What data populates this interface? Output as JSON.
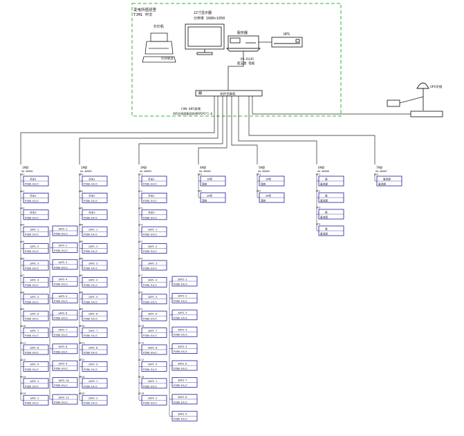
{
  "room": {
    "title": "变电所值班室",
    "subtitle": "TJM1 中文",
    "printer_label": "打印机",
    "printer_desk_label": "打印机台",
    "monitor_label": "22寸显示器",
    "monitor_res": "分辨率 1680×1050",
    "server_label": "服务器",
    "ups_label": "UPS",
    "cable_label": "RS-RJ45",
    "cable_sub": "超五类 电缆"
  },
  "switch_label": "光纤交换机",
  "bus_label": "CAN-485总线",
  "bus_sub": "485总线屏蔽双绞线RVSP2*1.0",
  "gps_label": "GPS天线",
  "columns": [
    {
      "header": "1#屏",
      "header2": "AA-A0001",
      "rows": [
        {
          "tag": "AA1",
          "l1": "开关1",
          "l2": "PZ80-E4/C"
        },
        {
          "tag": "AA2",
          "l1": "开关2",
          "l2": "PZ80-E4/C"
        },
        {
          "tag": "AA3",
          "l1": "开关3",
          "l2": "PZ80-E4/C"
        },
        {
          "tag": "AA4",
          "l1": "1AP1-1",
          "l2": "PZ80-E4/C"
        },
        {
          "tag": "AA5",
          "l1": "1AP1-2",
          "l2": "PZ80-E4/C"
        },
        {
          "tag": "AA6",
          "l1": "1AP1-3",
          "l2": "PZ80-E4/C"
        },
        {
          "tag": "AA7",
          "l1": "1AP1-4",
          "l2": "PZ80-E4/C"
        },
        {
          "tag": "AA8",
          "l1": "1AP1-5",
          "l2": "PZ80-E4/C"
        },
        {
          "tag": "AA9",
          "l1": "1AP1-6",
          "l2": "PZ80-E4/C"
        },
        {
          "tag": "AA10",
          "l1": "1AP1-7",
          "l2": "PZ80-E4/C"
        },
        {
          "tag": "AA11",
          "l1": "1AP1-8",
          "l2": "PZ80-E4/C"
        },
        {
          "tag": "AA12",
          "l1": "1AP1-9",
          "l2": "PZ80-E4/C"
        },
        {
          "tag": "AA13",
          "l1": "1AP2-1",
          "l2": "PZ80-E4/C"
        },
        {
          "tag": "AA14",
          "l1": "1AP2-2",
          "l2": "PZ80-E4/C"
        }
      ]
    },
    {
      "header": "2#屏",
      "header2": "AA-A0002",
      "rows": [
        {
          "tag": "AB1",
          "l1": "开关1",
          "l2": "PZ80-E4/C"
        },
        {
          "tag": "AB2",
          "l1": "开关2",
          "l2": "PZ80-E4/C"
        },
        {
          "tag": "AB3",
          "l1": "开关3",
          "l2": "PZ80-E4/C"
        },
        {
          "tag": "AB4",
          "l1": "2AP1-1",
          "l2": "PZ80-E4/C"
        },
        {
          "tag": "AB5",
          "l1": "2AP1-2",
          "l2": "PZ80-E4/C"
        },
        {
          "tag": "AB6",
          "l1": "2AP1-3",
          "l2": "PZ80-E4/C"
        },
        {
          "tag": "AB7",
          "l1": "2AP1-4",
          "l2": "PZ80-E4/C"
        },
        {
          "tag": "AB8",
          "l1": "2AP1-5",
          "l2": "PZ80-E4/C"
        },
        {
          "tag": "AB9",
          "l1": "2AP1-6",
          "l2": "PZ80-E4/C"
        },
        {
          "tag": "AB10",
          "l1": "2AP1-7",
          "l2": "PZ80-E4/C"
        },
        {
          "tag": "AB11",
          "l1": "2AP1-8",
          "l2": "PZ80-E4/C"
        },
        {
          "tag": "AB12",
          "l1": "2AP1-9",
          "l2": "PZ80-E4/C"
        },
        {
          "tag": "AB13",
          "l1": "2AP2-1",
          "l2": "PZ80-E4/C"
        },
        {
          "tag": "AB14",
          "l1": "2AP2-2",
          "l2": "PZ80-E4/C"
        }
      ]
    },
    {
      "header": "3#屏",
      "header2": "AA-A0003",
      "rows": [
        {
          "tag": "AC1",
          "l1": "开关1",
          "l2": "PZ80-E4/C"
        },
        {
          "tag": "AC2",
          "l1": "开关2",
          "l2": "PZ80-E4/C"
        },
        {
          "tag": "AC3",
          "l1": "开关3",
          "l2": "PZ80-E4/C"
        },
        {
          "tag": "AC4",
          "l1": "3AP1-1",
          "l2": "PZ80-E4/C"
        },
        {
          "tag": "AC5",
          "l1": "3AP1-2",
          "l2": "PZ80-E4/C"
        },
        {
          "tag": "AC6",
          "l1": "3AP1-3",
          "l2": "PZ80-E4/C"
        },
        {
          "tag": "AC7",
          "l1": "3AP1-4",
          "l2": "PZ80-E4/C"
        },
        {
          "tag": "AC8",
          "l1": "3AP1-5",
          "l2": "PZ80-E4/C"
        },
        {
          "tag": "AC9",
          "l1": "3AP1-6",
          "l2": "PZ80-E4/C"
        },
        {
          "tag": "AC10",
          "l1": "3AP1-7",
          "l2": "PZ80-E4/C"
        },
        {
          "tag": "AC11",
          "l1": "3AP1-8",
          "l2": "PZ80-E4/C"
        },
        {
          "tag": "AC12",
          "l1": "3AP1-9",
          "l2": "PZ80-E4/C"
        },
        {
          "tag": "AC13",
          "l1": "3AP2-1",
          "l2": "PZ80-E4/C"
        },
        {
          "tag": "AC14",
          "l1": "3AP2-2",
          "l2": "PZ80-E4/C"
        }
      ]
    },
    {
      "header": "4#屏",
      "header2": "AA-A0004",
      "rows": [
        {
          "tag": "AD1",
          "l1": "1#变",
          "l2": "温控"
        },
        {
          "tag": "AD2",
          "l1": "2#变",
          "l2": "温控"
        }
      ]
    },
    {
      "header": "5#屏",
      "header2": "AA-A0005",
      "rows": [
        {
          "tag": "AE1",
          "l1": "1#变",
          "l2": "温控"
        },
        {
          "tag": "AE2",
          "l1": "2#变",
          "l2": "温控"
        }
      ]
    },
    {
      "header": "6#屏",
      "header2": "AA-A0006",
      "rows": [
        {
          "tag": "AF1",
          "l1": "表",
          "l2": "直流屏"
        },
        {
          "tag": "AF2",
          "l1": "表",
          "l2": "直流屏"
        },
        {
          "tag": "AF3",
          "l1": "表",
          "l2": "直流屏"
        },
        {
          "tag": "AF4",
          "l1": "表",
          "l2": "直流屏"
        }
      ]
    },
    {
      "header": "7#屏",
      "header2": "AA-A0007",
      "rows": [
        {
          "tag": "AG1",
          "l1": "直流屏",
          "l2": "直流屏"
        }
      ]
    }
  ],
  "extra_columns": [
    {
      "rows": [
        {
          "l1": "1AP3-1",
          "l2": "PZ80-E4/C"
        },
        {
          "l1": "1AP3-2",
          "l2": "PZ80-E4/C"
        },
        {
          "l1": "1AP3-3",
          "l2": "PZ80-E4/C"
        },
        {
          "l1": "1AP3-4",
          "l2": "PZ80-E4/C"
        },
        {
          "l1": "1AP3-5",
          "l2": "PZ80-E4/C"
        },
        {
          "l1": "1AP3-6",
          "l2": "PZ80-E4/C"
        },
        {
          "l1": "1AP3-7",
          "l2": "PZ80-E4/C"
        },
        {
          "l1": "1AP3-8",
          "l2": "PZ80-E4/C"
        },
        {
          "l1": "1AP3-9",
          "l2": "PZ80-E4/C"
        },
        {
          "l1": "1AP3-10",
          "l2": "PZ80-E4/C"
        },
        {
          "l1": "1AP3-11",
          "l2": "PZ80-E4/C"
        }
      ]
    },
    {
      "rows": [
        {
          "l1": "3AP3-1",
          "l2": "PZ80-E4/C"
        },
        {
          "l1": "3AP3-2",
          "l2": "PZ80-E4/C"
        },
        {
          "l1": "3AP3-3",
          "l2": "PZ80-E4/C"
        },
        {
          "l1": "3AP3-4",
          "l2": "PZ80-E4/C"
        },
        {
          "l1": "3AP3-5",
          "l2": "PZ80-E4/C"
        },
        {
          "l1": "3AP3-6",
          "l2": "PZ80-E4/C"
        },
        {
          "l1": "3AP3-7",
          "l2": "PZ80-E4/C"
        },
        {
          "l1": "3AP3-8",
          "l2": "PZ80-E4/C"
        },
        {
          "l1": "3AP3-9",
          "l2": "PZ80-E4/C"
        }
      ]
    }
  ],
  "colors": {
    "dashed_border": "#2db52d",
    "module_border": "#1a1aa0",
    "line": "#222222",
    "text": "#111111"
  }
}
